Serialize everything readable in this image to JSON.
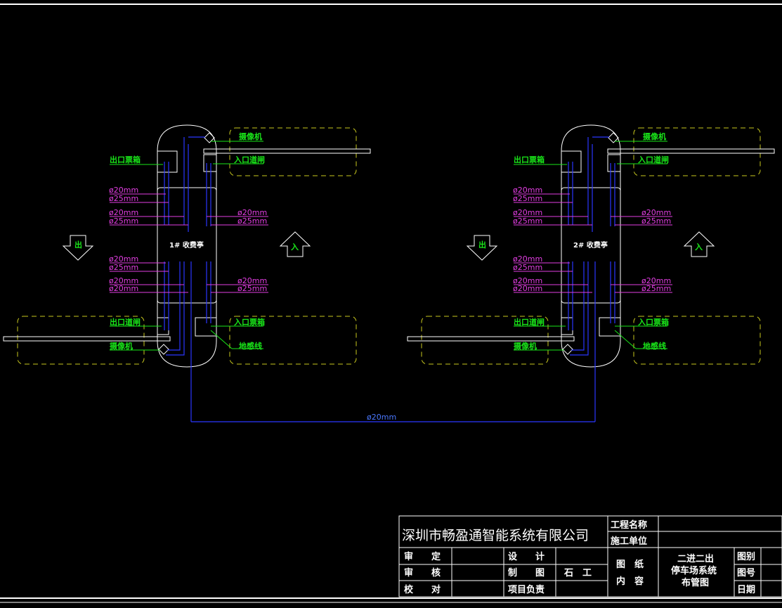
{
  "colors": {
    "background": "#000000",
    "label": "#19e619",
    "leader": "#19e619",
    "dimension": "#e23ee2",
    "conduit": "#2a36ff",
    "lane_outline": "#c8c81e",
    "frame": "#ffffff"
  },
  "units": [
    {
      "booth_label": "1# 收费亭",
      "exit_arrow": "出",
      "entry_arrow": "入",
      "labels": {
        "camera_top": "摄像机",
        "entry_gate": "入口道闸",
        "exit_ticket_box": "出口票箱",
        "exit_gate": "出口道闸",
        "entry_ticket_box": "入口票箱",
        "camera_bottom": "摄像机",
        "loop_coil": "地感线"
      },
      "left_dims": [
        "ø20mm",
        "ø25mm",
        "ø20mm",
        "ø25mm",
        "ø20mm",
        "ø25mm",
        "ø20mm",
        "ø20mm"
      ],
      "right_dims": [
        "ø20mm",
        "ø25mm",
        "ø20mm",
        "ø25mm"
      ]
    },
    {
      "booth_label": "2# 收费亭",
      "exit_arrow": "出",
      "entry_arrow": "入",
      "labels": {
        "camera_top": "摄像机",
        "entry_gate": "入口道闸",
        "exit_ticket_box": "出口票箱",
        "exit_gate": "出口道闸",
        "entry_ticket_box": "入口票箱",
        "camera_bottom": "摄像机",
        "loop_coil": "地感线"
      },
      "left_dims": [
        "ø20mm",
        "ø25mm",
        "ø20mm",
        "ø25mm",
        "ø20mm",
        "ø25mm",
        "ø20mm",
        "ø20mm"
      ],
      "right_dims": [
        "ø20mm",
        "ø25mm",
        "ø20mm",
        "ø25mm"
      ]
    }
  ],
  "link_conduit_label": "ø20mm",
  "title_block": {
    "company": "深圳市畅盈通智能系统有限公司",
    "project_name_label": "工程名称",
    "project_name_value": "",
    "contractor_label": "施工单位",
    "contractor_value": "",
    "approve_label": "审　　定",
    "approve_value": "",
    "check_label": "审　　核",
    "check_value": "",
    "proof_label": "校　　对",
    "proof_value": "",
    "design_label": "设　　计",
    "design_value": "",
    "draw_label": "制　　图",
    "draw_value": "石　工",
    "lead_label": "项目负责",
    "lead_value": "",
    "content_label_1": "图　纸",
    "content_label_2": "内　容",
    "drawing_title_1": "二进二出",
    "drawing_title_2": "停车场系统",
    "drawing_title_3": "布管图",
    "category_label": "图别",
    "number_label": "图号",
    "date_label": "日期"
  }
}
